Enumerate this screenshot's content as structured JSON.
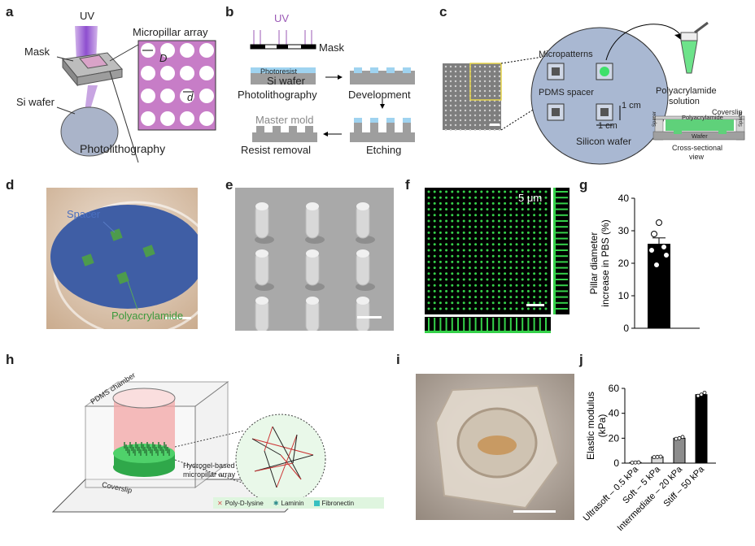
{
  "panels": [
    "a",
    "b",
    "c",
    "d",
    "e",
    "f",
    "g",
    "h",
    "i",
    "j"
  ],
  "a": {
    "uv": "UV",
    "mask": "Mask",
    "si_wafer": "Si wafer",
    "array_title": "Micropillar array",
    "D": "D",
    "d": "d",
    "caption": "Photolithography"
  },
  "b": {
    "uv": "UV",
    "mask": "Mask",
    "photoresist": "Photoresist",
    "si_wafer": "Si wafer",
    "photolithography": "Photolithography",
    "development": "Development",
    "master_mold": "Master mold",
    "etching": "Etching",
    "resist_removal": "Resist removal"
  },
  "c": {
    "micropatterns": "Micropatterns",
    "pdms_spacer": "PDMS spacer",
    "cm_v": "1 cm",
    "cm_h": "1 cm",
    "silicon_wafer": "Silicon wafer",
    "solution1": "Polyacrylamide",
    "solution2": "solution",
    "coverslip": "Coverslip",
    "polyacrylamide": "Polyacrylamide",
    "wafer": "Wafer",
    "spacer_l": "Spacer",
    "spacer_r": "Spacer",
    "cross1": "Cross-sectional",
    "cross2": "view"
  },
  "d": {
    "spacer": "Spacer",
    "polyacrylamide": "Polyacrylamide"
  },
  "f": {
    "scale": "5 μm"
  },
  "g": {
    "chart_data": {
      "type": "bar",
      "categories": [
        ""
      ],
      "values": [
        26
      ],
      "points": [
        32.5,
        29,
        25,
        24,
        22.5,
        19.5
      ],
      "error": 1.8,
      "ylabel_line1": "Pillar diameter",
      "ylabel_line2": "increase in PBS (%)",
      "ylim": [
        0,
        40
      ],
      "yticks": [
        "0",
        "10",
        "20",
        "30",
        "40"
      ]
    }
  },
  "h": {
    "pdms_chamber": "PDMS chamber",
    "coverslip": "Coverslip",
    "hydrogel1": "Hydrogel-based",
    "hydrogel2": "micropillar array",
    "legend": [
      "Poly-D-lysine",
      "Laminin",
      "Fibronectin"
    ],
    "legend_colors": [
      "#d9534f",
      "#2e8b8b",
      "#37c0c0"
    ]
  },
  "j": {
    "chart_data": {
      "type": "bar",
      "categories": [
        "Ultrasoft – 0.5 kPa",
        "Soft – 5 kPa",
        "Intermediate – 20 kPa",
        "Stiff – 50 kPa"
      ],
      "values": [
        0.5,
        5,
        20,
        55
      ],
      "colors": [
        "#ffffff",
        "#d9d9d9",
        "#8c8c8c",
        "#000000"
      ],
      "points": [
        [
          0.4,
          0.5,
          0.6
        ],
        [
          4.8,
          5.0,
          5.2
        ],
        [
          19.5,
          20,
          21
        ],
        [
          54,
          55,
          56.5
        ]
      ],
      "ylabel_line1": "Elastic modulus",
      "ylabel_line2": "(kPa)",
      "ylim": [
        0,
        60
      ],
      "yticks": [
        "0",
        "20",
        "40",
        "60"
      ]
    }
  }
}
